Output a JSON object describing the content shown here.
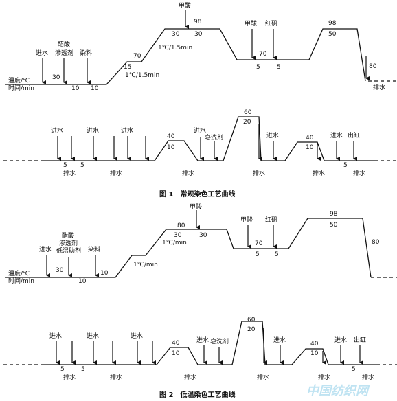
{
  "labels": {
    "temp_axis": "温度/℃",
    "time_axis": "时间/min",
    "add_water": "进水",
    "drain": "排水",
    "acetic_acid": "醋酸",
    "penetrant": "渗透剂",
    "low_temp_aid": "低温助剂",
    "dye": "染料",
    "formic_acid": "甲酸",
    "red_alum": "红矾",
    "soaping": "皂洗剂",
    "out_vat": "出缸"
  },
  "fig1": {
    "caption": "图 1　常规染色工艺曲线",
    "n30": "30",
    "n10a": "10",
    "n10b": "10",
    "n70a": "70",
    "n15": "15",
    "rate1": "1℃/1.5min",
    "n30b": "30",
    "n30c": "30",
    "n98a": "98",
    "rate2": "1℃/1.5min",
    "n70b": "70",
    "n5a": "5",
    "n5b": "5",
    "n98b": "98",
    "n50": "50",
    "n80": "80"
  },
  "fig1_wash": {
    "n5a": "5",
    "n5b": "5",
    "n40a": "40",
    "n10a": "10",
    "n60": "60",
    "n20": "20",
    "n40b": "40",
    "n10b": "10",
    "n5c": "5"
  },
  "fig2": {
    "caption": "图 2　低温染色工艺曲线",
    "n30": "30",
    "n10a": "10",
    "n10b": "10",
    "rate1": "1℃/min",
    "n80a": "80",
    "n30b": "30",
    "n30c": "30",
    "rate2": "1℃/min",
    "n70": "70",
    "n5a": "5",
    "n5b": "5",
    "n98": "98",
    "n50": "50",
    "n80b": "80"
  },
  "fig2_wash": {
    "n5a": "5",
    "n5b": "5",
    "n40a": "40",
    "n10a": "10",
    "n60": "60",
    "n20": "20",
    "n40b": "40",
    "n10b": "10",
    "n5c": "5"
  },
  "watermark": "中国纺织网"
}
